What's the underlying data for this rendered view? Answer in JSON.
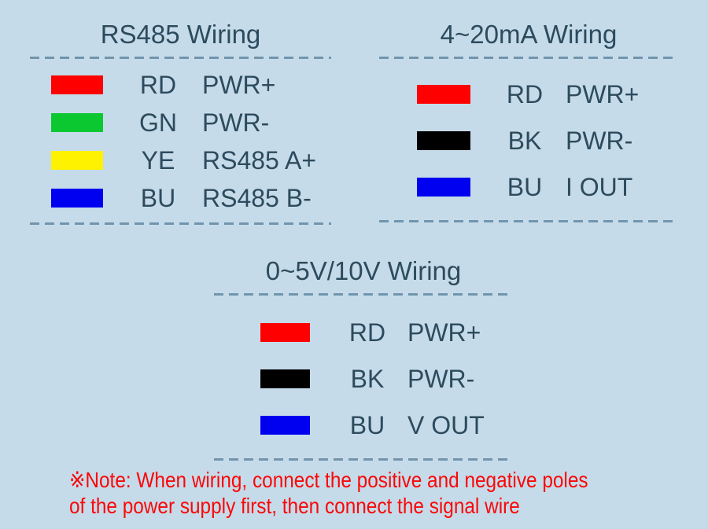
{
  "colors": {
    "background": "#c6dbe9",
    "text": "#2d4b5e",
    "dash": "#7195ae",
    "note": "#f90808",
    "red": "#ff0000",
    "green": "#0cc830",
    "yellow": "#fff200",
    "blue": "#0000f0",
    "black": "#000000"
  },
  "sections": [
    {
      "title": "RS485 Wiring",
      "rows": [
        {
          "color": "red",
          "code": "RD",
          "label": "PWR+"
        },
        {
          "color": "green",
          "code": "GN",
          "label": "PWR-"
        },
        {
          "color": "yellow",
          "code": "YE",
          "label": "RS485 A+"
        },
        {
          "color": "blue",
          "code": "BU",
          "label": "RS485 B-"
        }
      ]
    },
    {
      "title": "4~20mA Wiring",
      "rows": [
        {
          "color": "red",
          "code": "RD",
          "label": "PWR+"
        },
        {
          "color": "black",
          "code": "BK",
          "label": "PWR-"
        },
        {
          "color": "blue",
          "code": "BU",
          "label": "I OUT"
        }
      ]
    },
    {
      "title": "0~5V/10V Wiring",
      "rows": [
        {
          "color": "red",
          "code": "RD",
          "label": "PWR+"
        },
        {
          "color": "black",
          "code": "BK",
          "label": "PWR-"
        },
        {
          "color": "blue",
          "code": "BU",
          "label": "V OUT"
        }
      ]
    }
  ],
  "note": {
    "line1": "※Note: When wiring, connect the positive and negative poles",
    "line2": "of the power supply first, then connect the signal wire"
  }
}
